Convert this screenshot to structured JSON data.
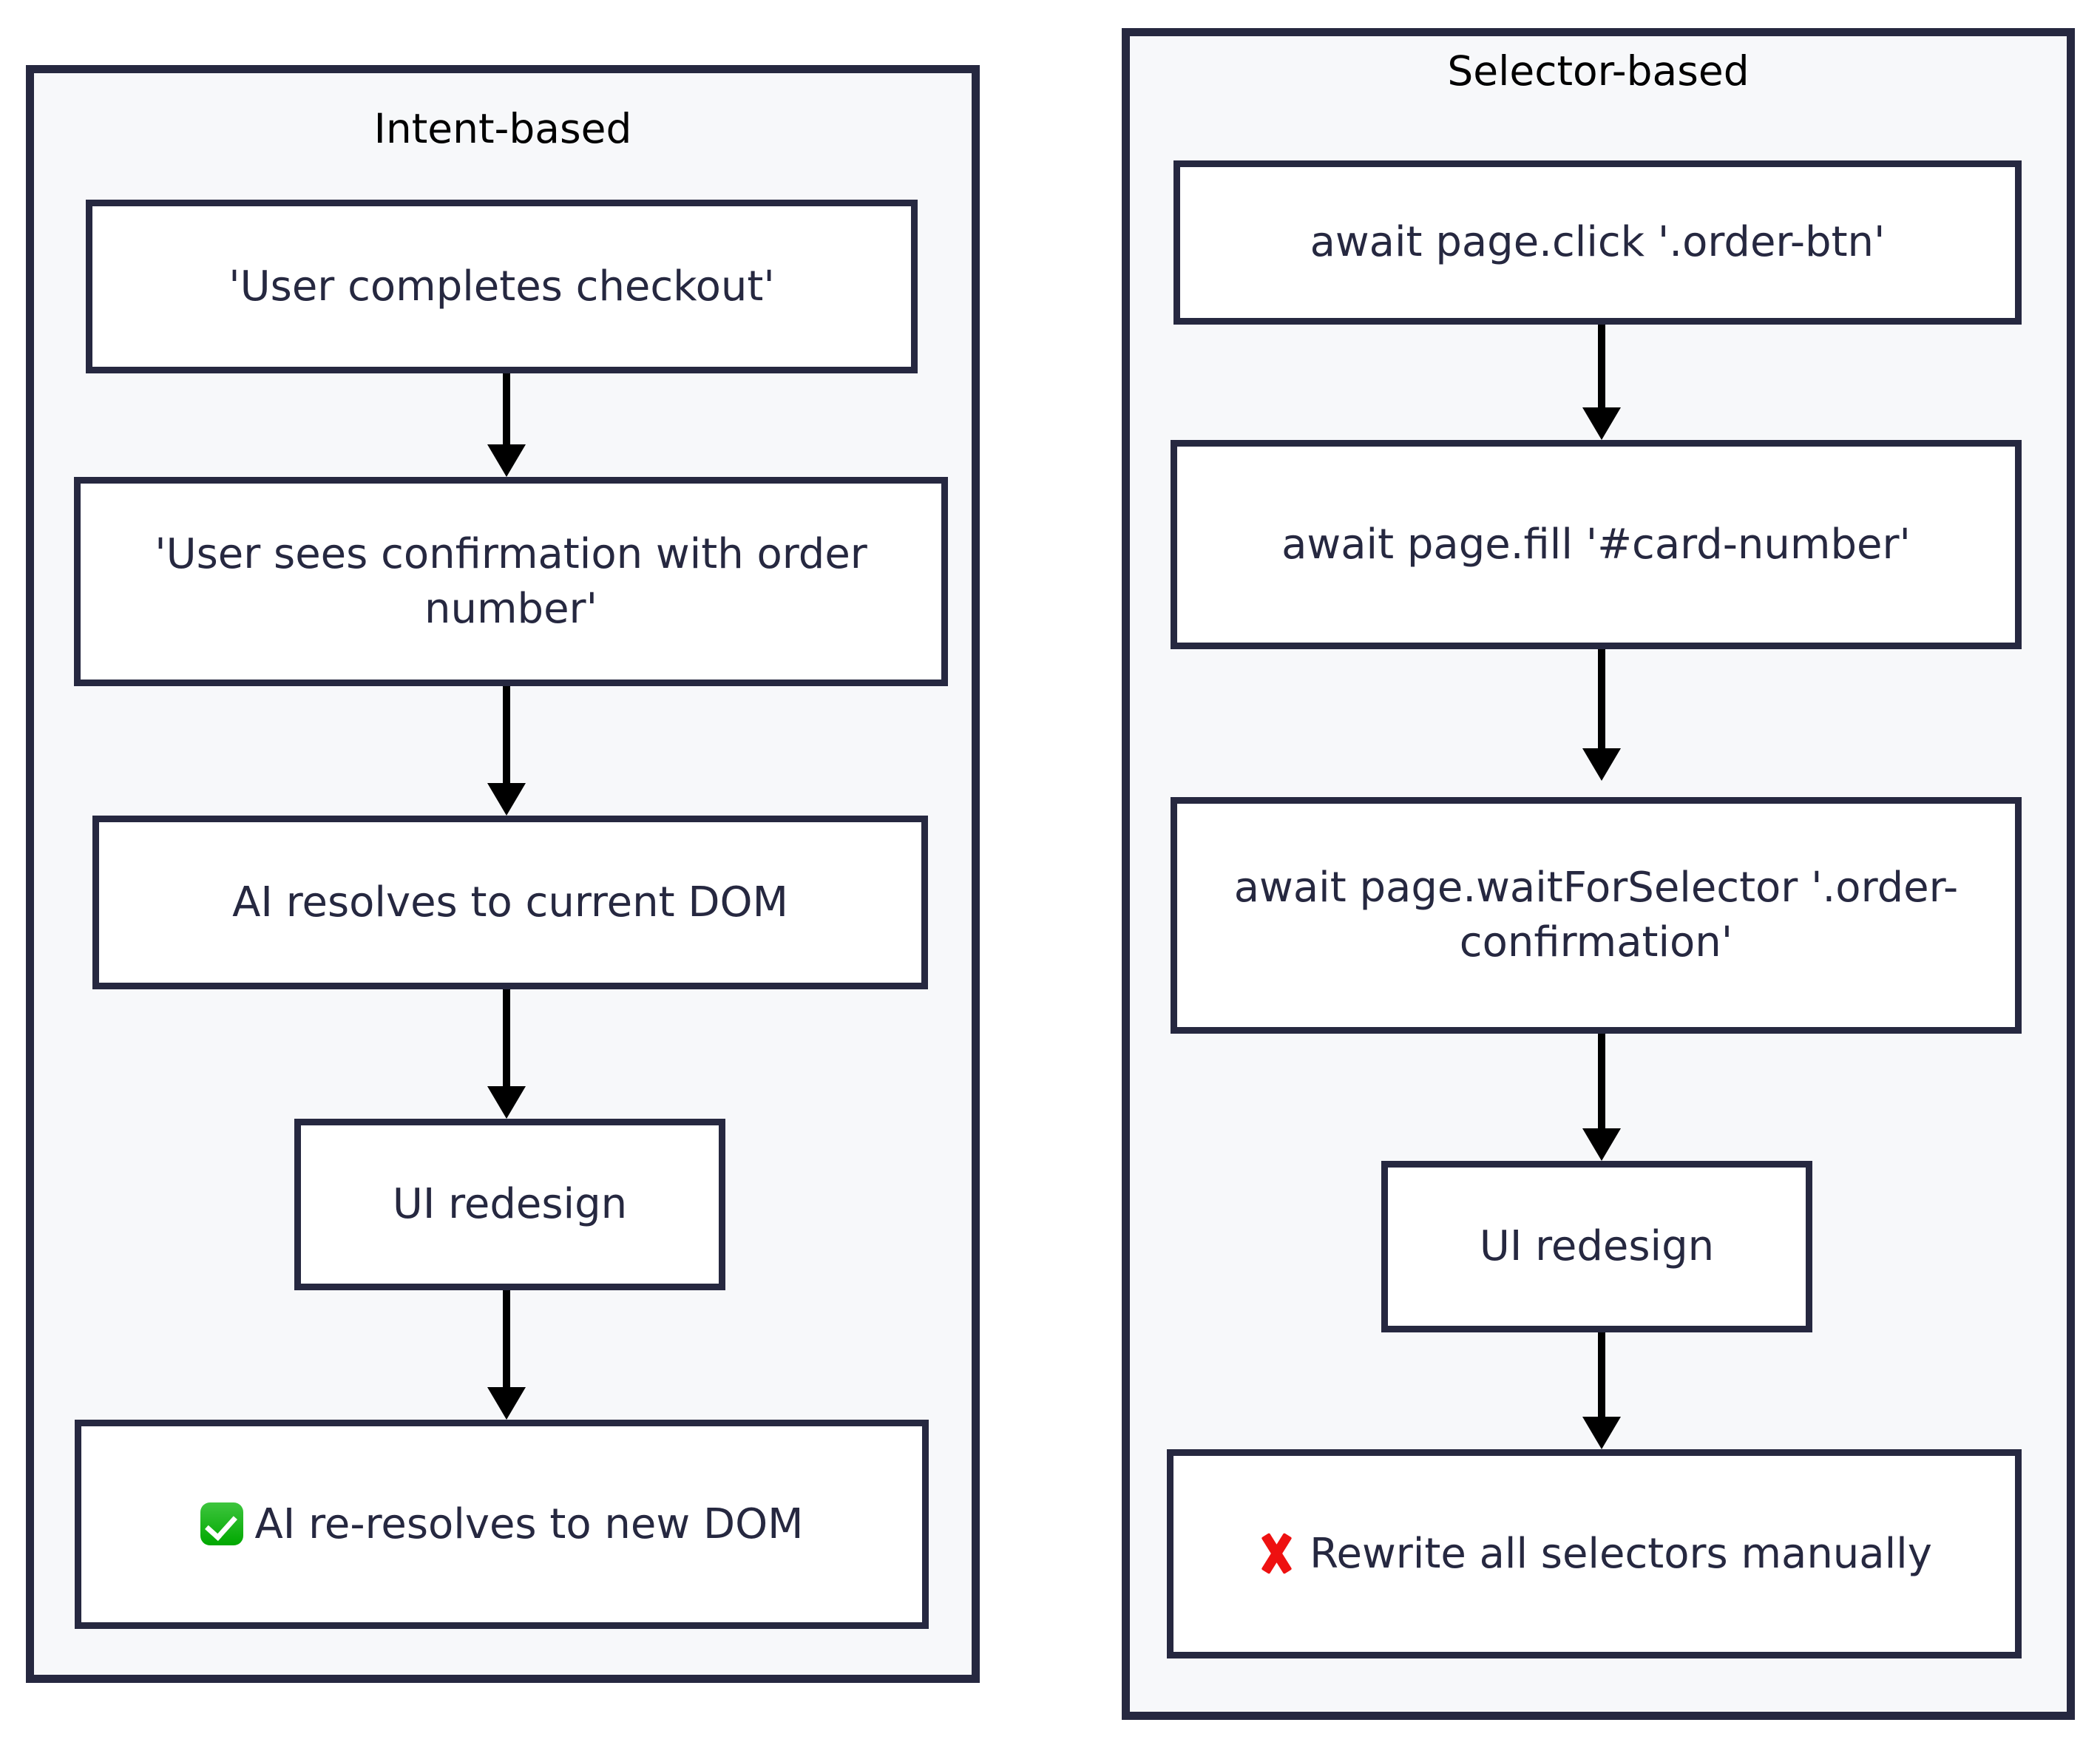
{
  "diagram": {
    "type": "flowchart-comparison",
    "columns": [
      {
        "id": "intent",
        "title": "Intent-based",
        "nodes": [
          {
            "id": "i1",
            "text": "'User completes checkout'",
            "icon": null
          },
          {
            "id": "i2",
            "text": "'User sees confirmation with order number'",
            "icon": null
          },
          {
            "id": "i3",
            "text": "AI resolves to current DOM",
            "icon": null
          },
          {
            "id": "i4",
            "text": "UI redesign",
            "icon": null
          },
          {
            "id": "i5",
            "text": "AI re-resolves to new DOM",
            "icon": "green-check-icon"
          }
        ],
        "edges": [
          "i1->i2",
          "i2->i3",
          "i3->i4",
          "i4->i5"
        ]
      },
      {
        "id": "selector",
        "title": "Selector-based",
        "nodes": [
          {
            "id": "s1",
            "text": "await page.click '.order-btn'",
            "icon": null
          },
          {
            "id": "s2",
            "text": "await page.fill '#card-number'",
            "icon": null
          },
          {
            "id": "s3",
            "text": "await page.waitForSelector '.order-confirmation'",
            "icon": null
          },
          {
            "id": "s4",
            "text": "UI redesign",
            "icon": null
          },
          {
            "id": "s5",
            "text": "Rewrite all selectors manually",
            "icon": "red-cross-icon"
          }
        ],
        "edges": [
          "s1->s2",
          "s2->s3",
          "s3->s4",
          "s4->s5"
        ]
      }
    ],
    "colors": {
      "node_border": "#262840",
      "node_fill": "#ffffff",
      "container_fill": "#f7f8fa",
      "container_border": "#262840",
      "shadow": "#e9e9eb",
      "arrow": "#000000",
      "success": "#00a800",
      "failure": "#ee1111",
      "title_text": "#000000",
      "node_text": "#262840"
    }
  }
}
